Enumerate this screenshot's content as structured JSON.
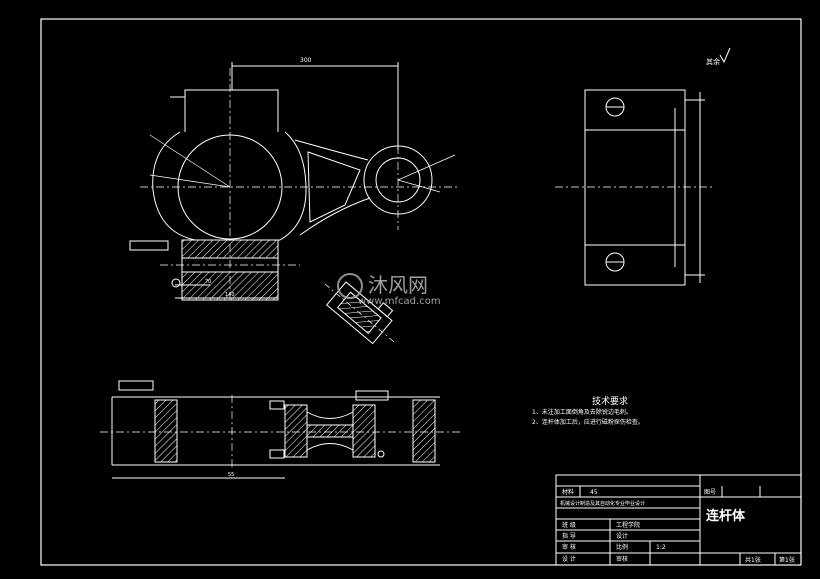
{
  "drawing": {
    "part_title": "连杆体",
    "surface_mark": "其余",
    "tech_requirements": {
      "heading": "技术要求",
      "items": [
        "1、未注加工面倒角及去除锐边毛刺。",
        "2、连杆体加工后，应进行磁粉探伤检查。"
      ]
    },
    "title_block": {
      "material_label": "材料",
      "material_value": "45",
      "drawing_no_label": "图号",
      "designer_label": "设计",
      "checker_label": "审核",
      "scale_label": "比例",
      "scale_value": "1:2",
      "sheet_total": "共1张",
      "sheet_no": "第1张",
      "school_text": "机械设计制造及其自动化专业毕业设计",
      "dept_text": "工程学院",
      "row_labels": [
        "班 级",
        "指 导",
        "审 核",
        "设 计"
      ]
    },
    "dims": {
      "top_span": "300",
      "bottom_span": "55",
      "small_width": "70",
      "base_width": "140"
    },
    "colors": {
      "line": "#ffffff",
      "hatch": "#ffffff",
      "background": "#000000",
      "centerline": "#ffffff"
    }
  },
  "watermark": {
    "brand": "沐风网",
    "url": "www.mfcad.com"
  }
}
